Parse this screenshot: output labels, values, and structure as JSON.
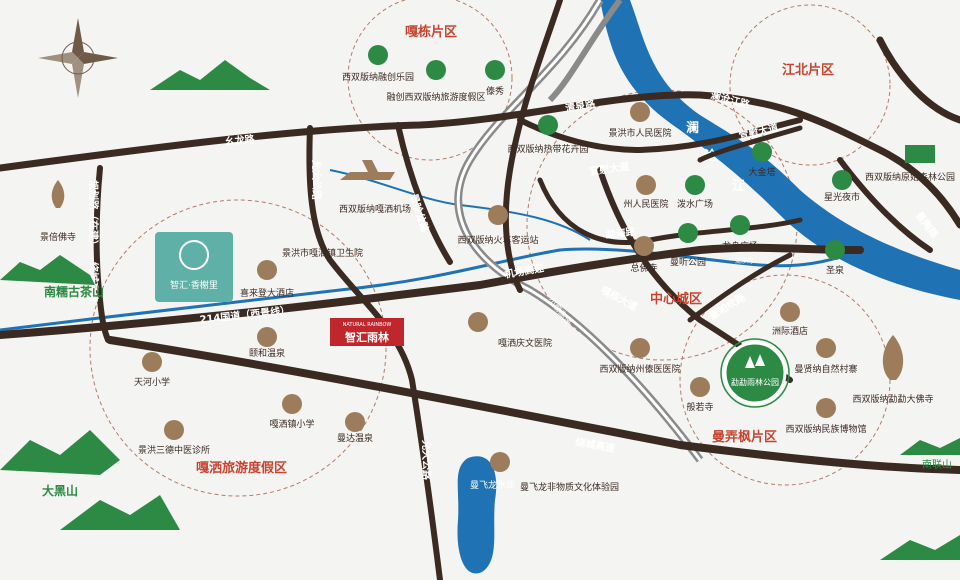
{
  "zones": {
    "gadong": "嘎栋片区",
    "jiangbei": "江北片区",
    "center": "中心城区",
    "manlong": "曼弄枫片区",
    "gasa": "嘎洒旅游度假区"
  },
  "project": {
    "name": "智汇·香榭里",
    "logo_en": "NATURAL RAINBOW",
    "logo_cn": "智汇雨林"
  },
  "roads": {
    "yaolong": "幺龙路",
    "qingquan": "清泉路",
    "lancangjiang": "澜沧江路",
    "xuanwei1": "宣慰大道",
    "xuanwei2": "宣慰大道",
    "yunda1": "允大公路",
    "yunda2": "允大公路",
    "jinghong": "景哈公路",
    "guihua": "规划路（在建）",
    "raocheng1": "绕城高速",
    "raocheng2": "绕城高速",
    "g214": "214国道（西景线）",
    "airport": "机场高速",
    "xiaomo": "小磨高速",
    "mengnan": "勐海路",
    "mengpa": "嘎栋大道",
    "jingmeng": "景帕坎路",
    "jingchuan": "景陶路",
    "liuhe": "流沙河",
    "liuhe2": "流沙河"
  },
  "river": {
    "name_a": "澜",
    "name_b": "沧",
    "name_c": "江"
  },
  "pois": {
    "banna_rongchuang": "西双版纳融创乐园",
    "rongchuang_tour": "融创西双版纳旅游度假区",
    "daixiu": "傣秀",
    "tropical_garden": "西双版纳热带花卉园",
    "jinghong_hospital": "景洪市人民医院",
    "airport": "西双版纳嘎洒机场",
    "train_station": "西双版纳火车客运站",
    "zhou_hospital": "州人民医院",
    "mengshui": "泼水广场",
    "dajinta": "大金塔",
    "xingguang": "星光夜市",
    "yuanshi": "西双版纳原始森林公园",
    "mantian": "曼听公园",
    "longzhou": "龙舟广场",
    "zongfosi": "总佛寺",
    "shengquan": "圣泉",
    "jingfosi": "景倍佛寺",
    "gasa_clinic": "景洪市嘎洒镇卫生院",
    "xidengta_hotel": "喜来登大酒店",
    "hot_spring": "颐和温泉",
    "gasa_hospital": "嘎洒庆文医院",
    "tianhe_school": "天河小学",
    "gasa_school": "嘎洒镇小学",
    "manda_hotspring": "曼达温泉",
    "hongsan_clinic": "景洪三德中医诊所",
    "xishuang_hospital": "西双版纳州傣医医院",
    "banyasi": "般若寺",
    "jiedian": "洲际酒店",
    "rainforest_park": "勐勐雨林公园",
    "manxian": "曼贤纳自然村寨",
    "museum": "西双版纳民族博物馆",
    "menglong_temple": "西双版纳勐勐大佛寺",
    "manfei": "曼飞龙非物质文化体验园",
    "reservoir": "曼飞龙水库",
    "nanning_tea": "南糯古茶山",
    "daheishan": "大黑山",
    "nanlianshan": "南联山"
  }
}
